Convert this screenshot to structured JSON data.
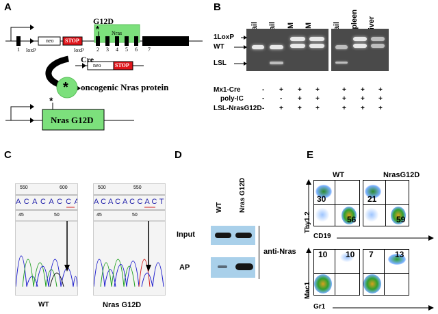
{
  "panel_labels": {
    "a": "A",
    "b": "B",
    "c": "C",
    "d": "D",
    "e": "E"
  },
  "panel_a": {
    "mutation_label": "G12D",
    "gene_label": "Nras",
    "exons": [
      "1",
      "2",
      "3",
      "4",
      "5",
      "6",
      "7"
    ],
    "loxp_labels": [
      "loxP",
      "loxP"
    ],
    "neo_label": "neo",
    "stop_label": "STOP",
    "cre_label": "Cre",
    "protein_label": "oncogenic Nras protein",
    "allele_label": "Nras G12D",
    "asterisk": "*"
  },
  "panel_b": {
    "lanes": [
      "Tail",
      "Tail",
      "BM",
      "BM",
      "Tail",
      "Spleen",
      "Liver"
    ],
    "band_labels": [
      "1LoxP",
      "WT",
      "LSL"
    ],
    "rows": [
      {
        "label": "Mx1-Cre",
        "values": [
          "-",
          "+",
          "+",
          "+",
          "+",
          "+",
          "+"
        ]
      },
      {
        "label": "poly-IC",
        "values": [
          "-",
          "-",
          "+",
          "+",
          "+",
          "+",
          "+"
        ]
      },
      {
        "label": "LSL-NrasG12D",
        "values": [
          "-",
          "+",
          "+",
          "+",
          "+",
          "+",
          "+"
        ]
      }
    ]
  },
  "panel_c": {
    "wt_caption": "WT",
    "mut_caption": "Nras G12D",
    "wt_sequence": "A C A C A C C A C",
    "mut_sequence": "A C A C A C C A C T C",
    "wt_ticks": [
      "550",
      "600",
      "45",
      "50"
    ],
    "mut_ticks": [
      "500",
      "550",
      "45",
      "50"
    ]
  },
  "panel_d": {
    "columns": [
      "WT",
      "Nras G12D"
    ],
    "rows": [
      "Input",
      "AP"
    ],
    "antibody": "anti-Nras"
  },
  "panel_e": {
    "groups": [
      "WT",
      "NrasG12D"
    ],
    "top_axes": {
      "y": "Thy1.2",
      "x": "CD19"
    },
    "bottom_axes": {
      "y": "Mac1",
      "x": "Gr1"
    },
    "top_values": {
      "wt_ul": "30",
      "wt_lr": "56",
      "mut_ul": "21",
      "mut_lr": "59"
    },
    "bottom_values": {
      "wt_ul": "10",
      "wt_ur": "10",
      "mut_ul": "7",
      "mut_ur": "13"
    }
  }
}
